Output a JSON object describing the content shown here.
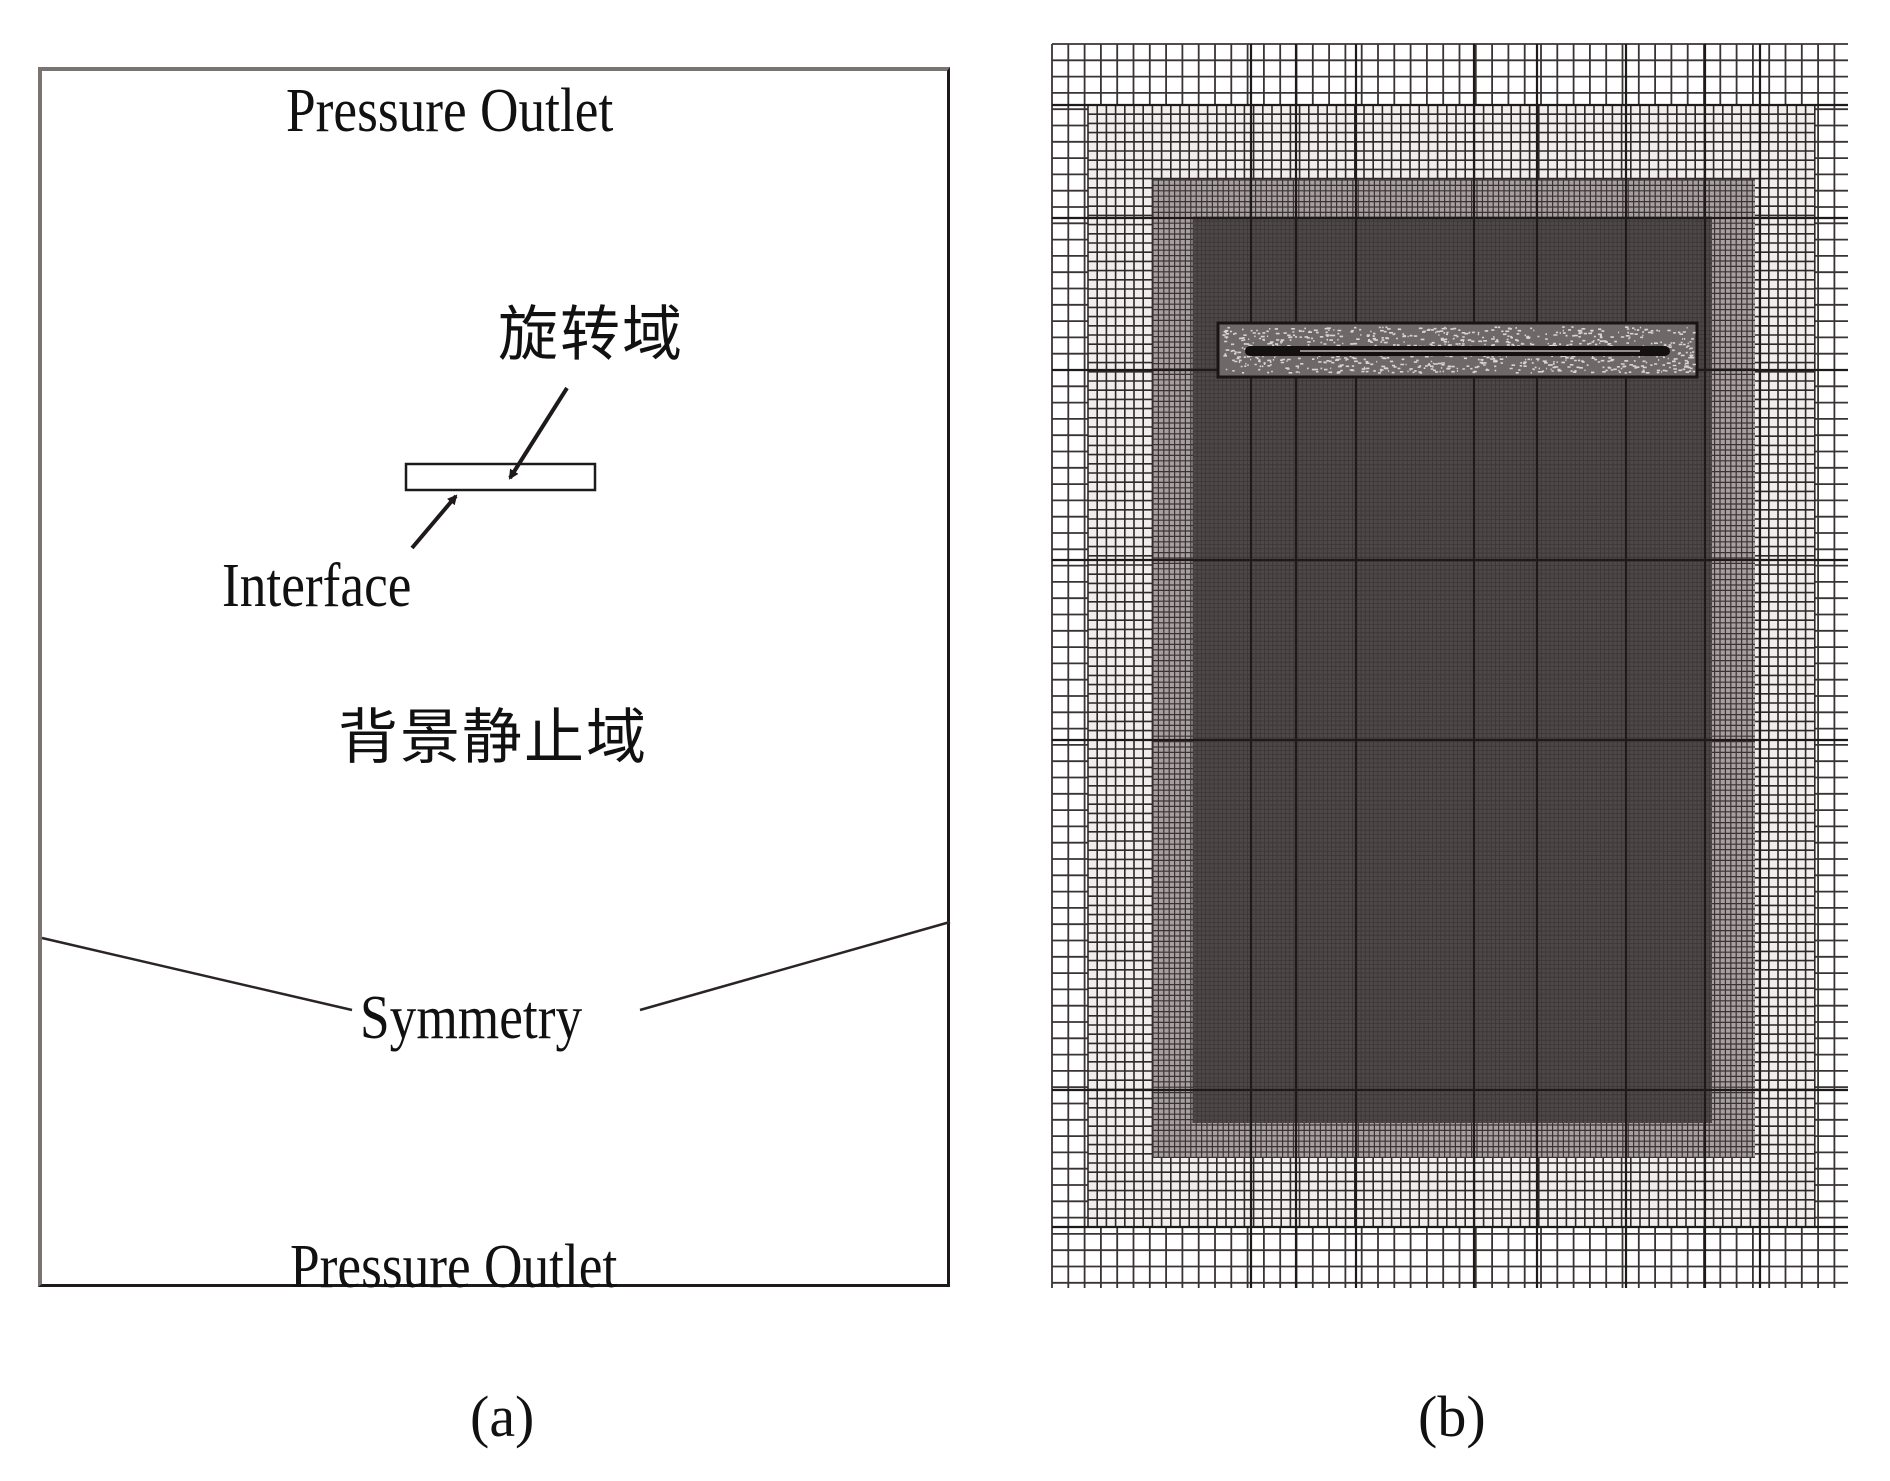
{
  "panel_a": {
    "top_boundary_label": "Pressure Outlet",
    "bottom_boundary_label": "Pressure Outlet",
    "rotating_domain_label": "旋转域",
    "interface_label": "Interface",
    "stationary_domain_label": "背景静止域",
    "side_boundary_label": "Symmetry",
    "caption": "(a)"
  },
  "panel_b": {
    "caption": "(b)",
    "description": "Structured computational mesh with nested refinement zones and rotating domain strip"
  },
  "colors": {
    "line": "#1e1a1a",
    "frame_left_top": "#7a736f",
    "mesh_dark": "#4a4343",
    "mesh_line": "#2b2525"
  }
}
